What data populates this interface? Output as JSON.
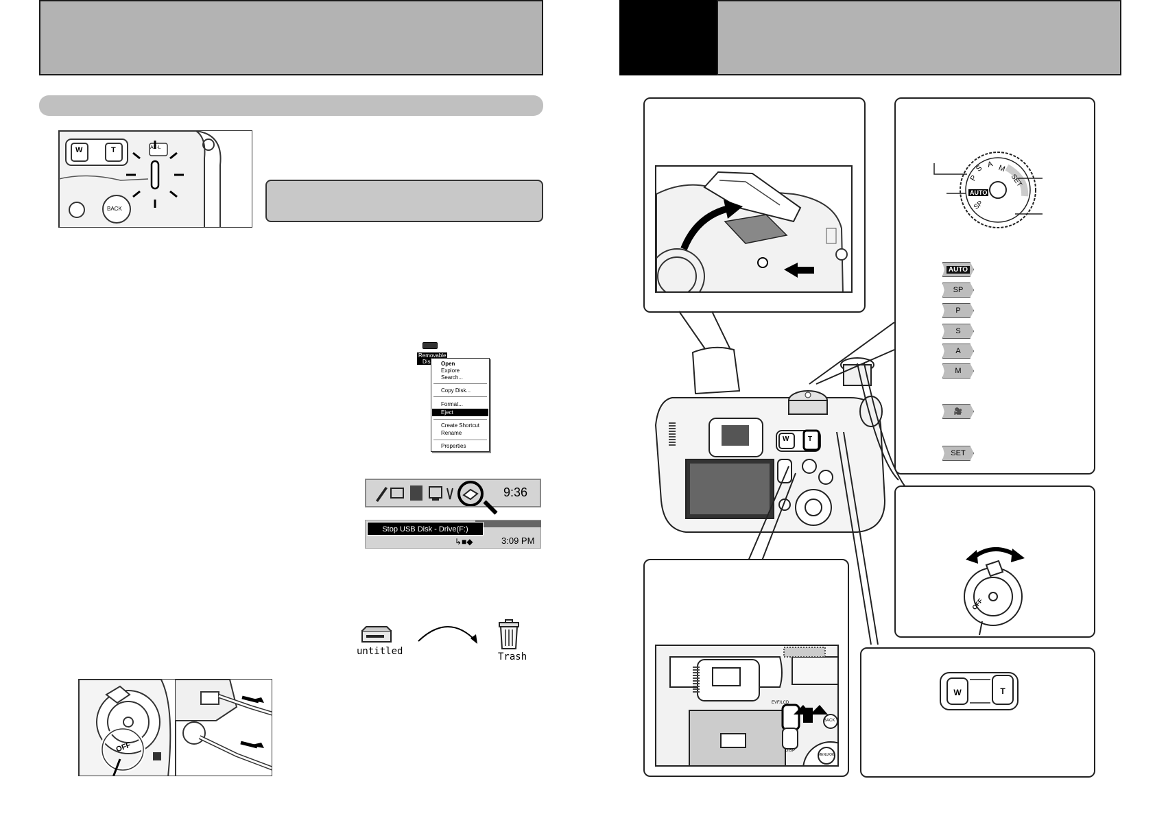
{
  "transfer": {
    "menu": {
      "drive_label_line1": "Removable",
      "drive_label_line2": "Disk",
      "items": [
        "Open",
        "Explore",
        "Search...",
        "Copy Disk...",
        "Format...",
        "Eject",
        "Create Shortcut",
        "Rename",
        "Properties"
      ],
      "highlighted_index": 5
    },
    "taskbar1": {
      "time": "9:36"
    },
    "taskbar2": {
      "tooltip": "Stop USB Disk - Drive(F:)",
      "time": "3:09 PM"
    },
    "mac": {
      "disk_label": "untitled",
      "trash_label": "Trash"
    }
  },
  "camera_labels": {
    "ae_l": "AE-L",
    "back": "BACK",
    "w": "W",
    "t": "T",
    "off": "OFF",
    "evf_lcd": "EVF/LCD",
    "disp": "DISP",
    "menu_ok": "MENU/OK"
  },
  "mode_dial": {
    "letters": [
      "P",
      "S",
      "A",
      "M",
      "SET"
    ],
    "auto": "AUTO",
    "sp": "SP",
    "tabs": [
      "AUTO",
      "SP",
      "P",
      "S",
      "A",
      "M",
      "🎥",
      "SET"
    ]
  },
  "zoom": {
    "w": "W",
    "t": "T"
  }
}
